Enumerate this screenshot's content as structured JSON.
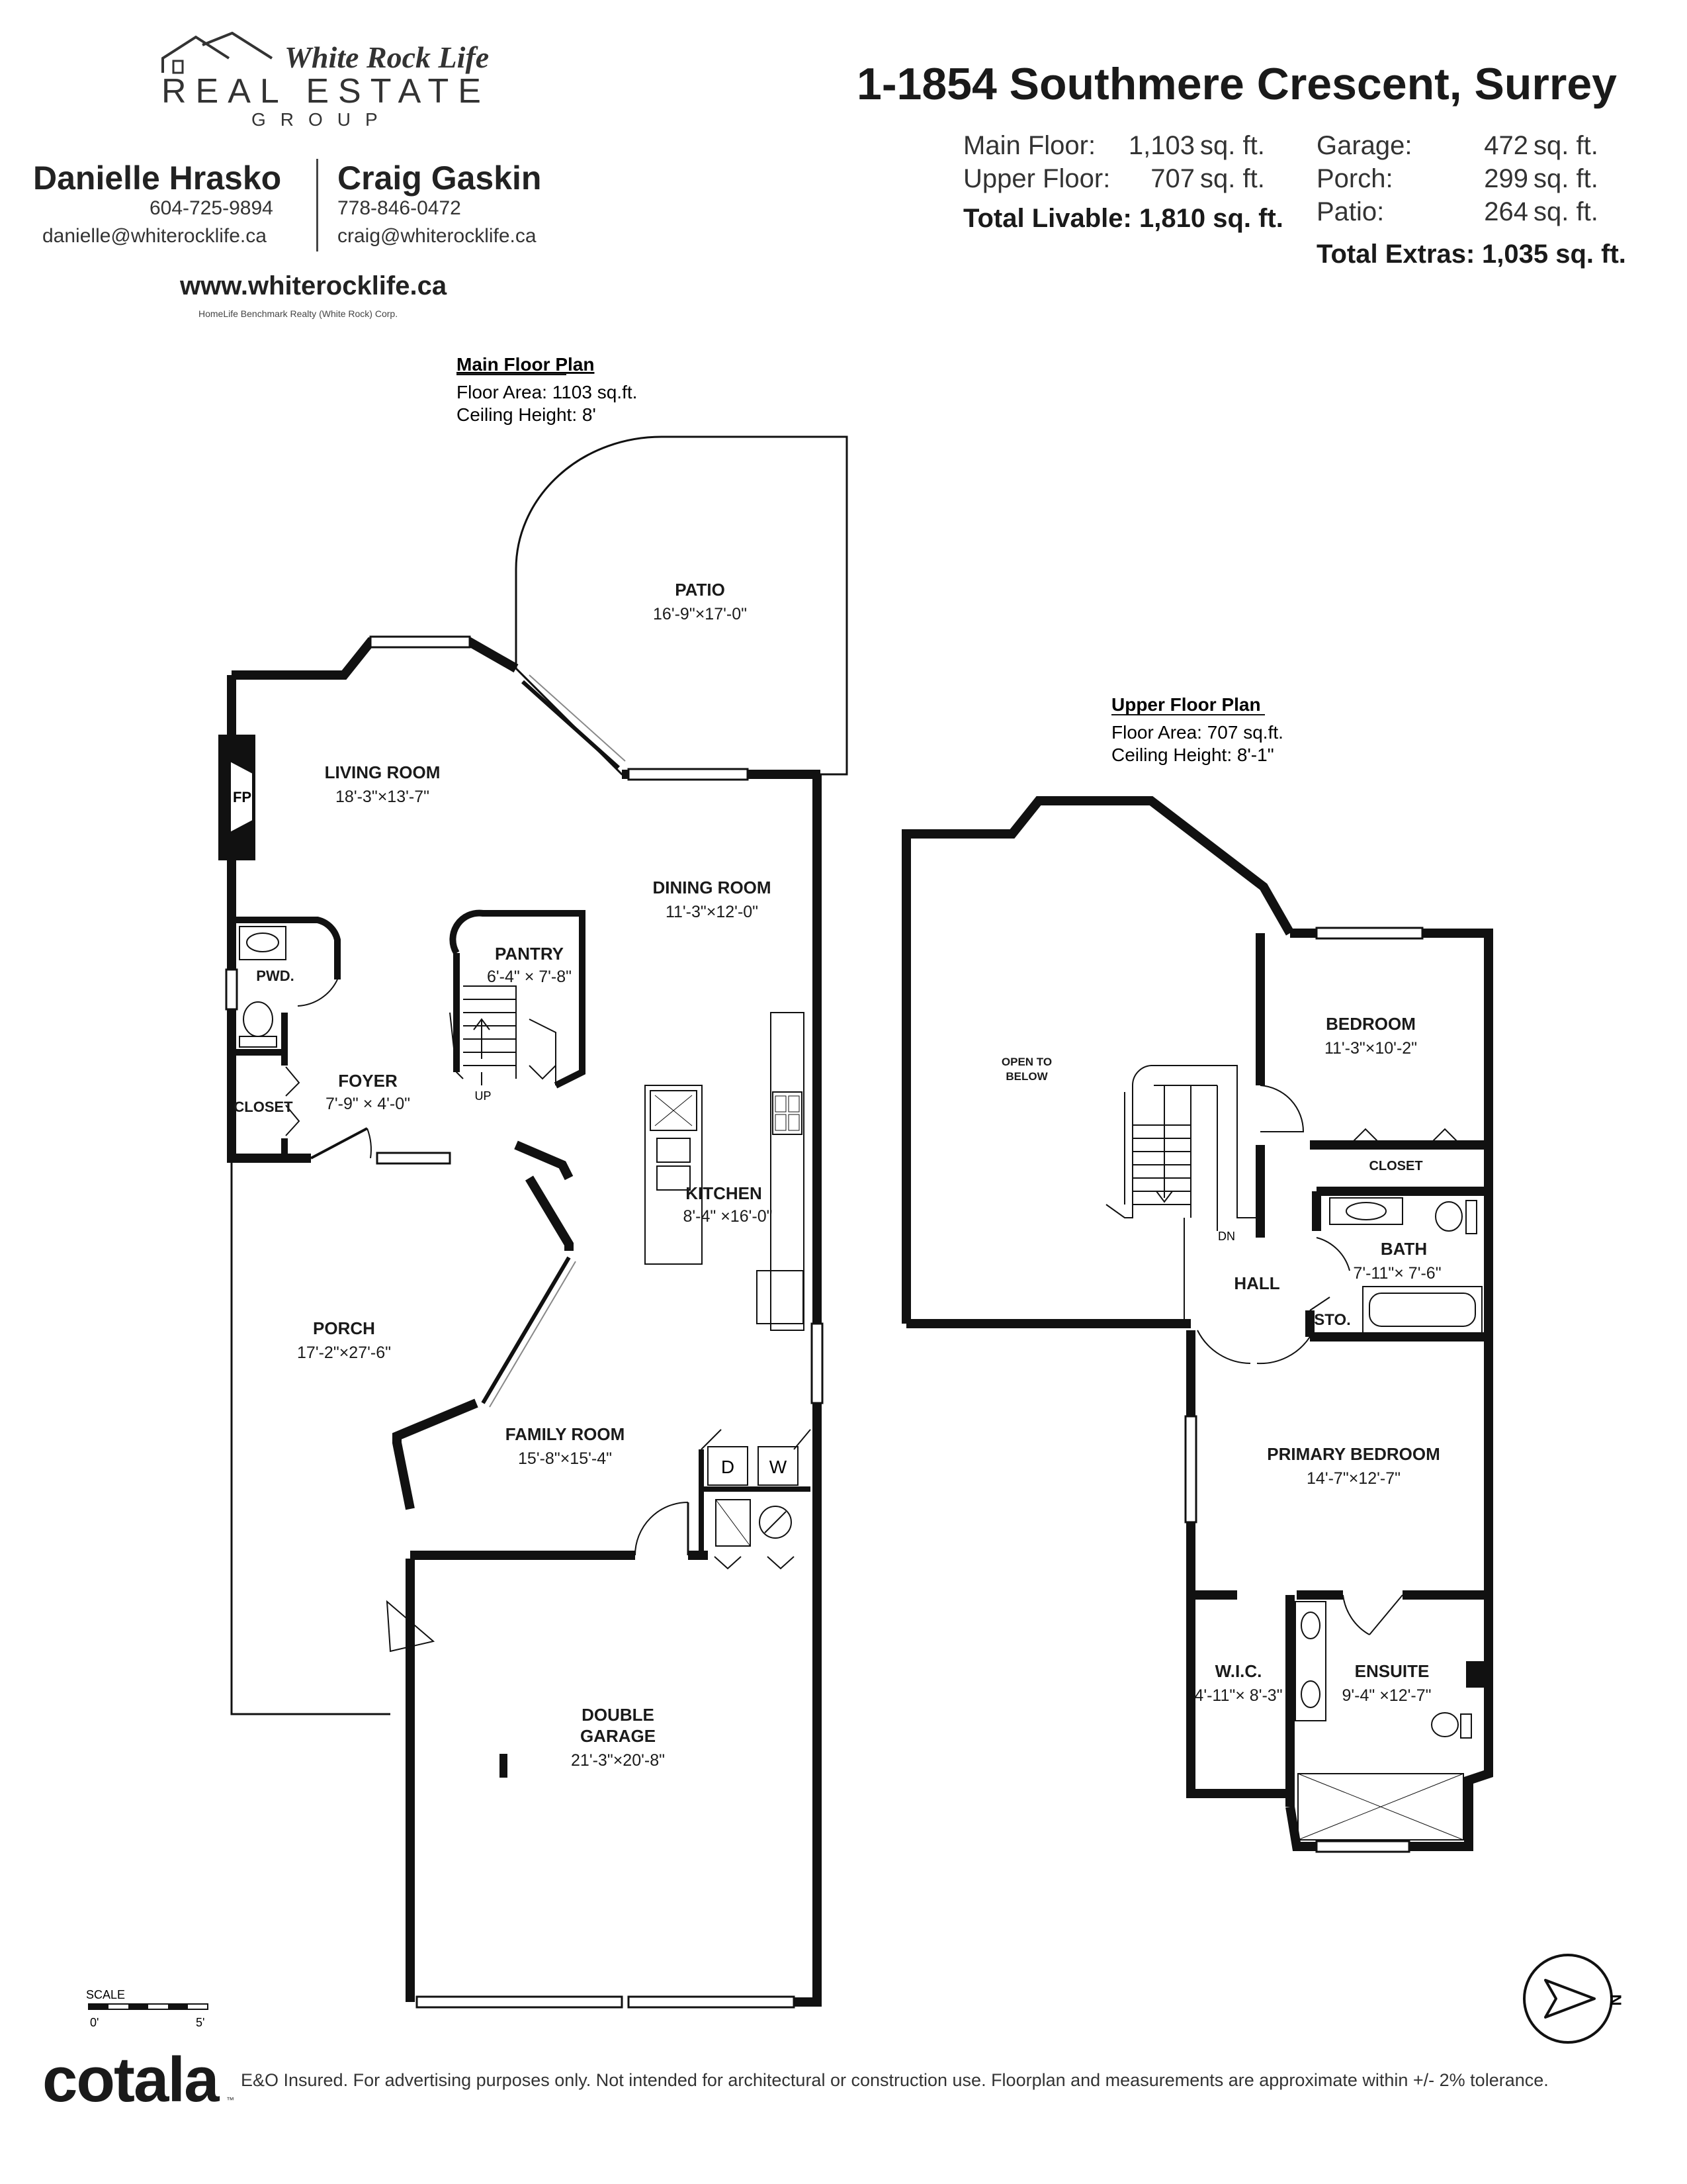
{
  "brand": {
    "script": "White Rock Life",
    "name": "REAL ESTATE",
    "group": "GROUP",
    "website": "www.whiterocklife.ca",
    "brokerage": "HomeLife Benchmark Realty (White Rock) Corp."
  },
  "agents": [
    {
      "name": "Danielle Hrasko",
      "phone": "604-725-9894",
      "email": "danielle@whiterocklife.ca"
    },
    {
      "name": "Craig Gaskin",
      "phone": "778-846-0472",
      "email": "craig@whiterocklife.ca"
    }
  ],
  "property": {
    "address": "1-1854 Southmere Crescent, Surrey",
    "areas": [
      {
        "label": "Main Floor:",
        "value": "1,103",
        "unit": "sq. ft."
      },
      {
        "label": "Upper Floor:",
        "value": "707",
        "unit": "sq. ft."
      }
    ],
    "total_livable": {
      "label": "Total Livable:",
      "value": "1,810 sq. ft."
    },
    "extras": [
      {
        "label": "Garage:",
        "value": "472",
        "unit": "sq. ft."
      },
      {
        "label": "Porch:",
        "value": "299",
        "unit": "sq. ft."
      },
      {
        "label": "Patio:",
        "value": "264",
        "unit": "sq. ft."
      }
    ],
    "total_extras": {
      "label": "Total Extras:",
      "value": "1,035 sq. ft."
    }
  },
  "main_floor": {
    "title": "Main Floor Plan",
    "area": "Floor Area: 1103 sq.ft.",
    "ceiling": "Ceiling Height: 8'",
    "rooms": [
      {
        "name": "PATIO",
        "dims": "16'-9\"×17'-0\""
      },
      {
        "name": "LIVING ROOM",
        "dims": "18'-3\"×13'-7\""
      },
      {
        "name": "DINING ROOM",
        "dims": "11'-3\"×12'-0\""
      },
      {
        "name": "PANTRY",
        "dims": "6'-4\" × 7'-8\""
      },
      {
        "name": "PWD.",
        "dims": ""
      },
      {
        "name": "FOYER",
        "dims": "7'-9\" × 4'-0\""
      },
      {
        "name": "CLOSET",
        "dims": ""
      },
      {
        "name": "KITCHEN",
        "dims": "8'-4\" ×16'-0\""
      },
      {
        "name": "PORCH",
        "dims": "17'-2\"×27'-6\""
      },
      {
        "name": "FAMILY ROOM",
        "dims": "15'-8\"×15'-4\""
      },
      {
        "name": "DOUBLE GARAGE",
        "dims": "21'-3\"×20'-8\""
      }
    ],
    "fixtures": {
      "fireplace": "FP",
      "stairs": "UP",
      "dryer": "D",
      "washer": "W"
    }
  },
  "upper_floor": {
    "title": "Upper Floor Plan",
    "area": "Floor Area: 707 sq.ft.",
    "ceiling": "Ceiling Height: 8'-1\"",
    "rooms": [
      {
        "name": "OPEN TO BELOW",
        "dims": ""
      },
      {
        "name": "BEDROOM",
        "dims": "11'-3\"×10'-2\""
      },
      {
        "name": "CLOSET",
        "dims": ""
      },
      {
        "name": "BATH",
        "dims": "7'-11\"× 7'-6\""
      },
      {
        "name": "HALL",
        "dims": ""
      },
      {
        "name": "STO.",
        "dims": ""
      },
      {
        "name": "PRIMARY BEDROOM",
        "dims": "14'-7\"×12'-7\""
      },
      {
        "name": "W.I.C.",
        "dims": "4'-11\"× 8'-3\""
      },
      {
        "name": "ENSUITE",
        "dims": "9'-4\" ×12'-7\""
      }
    ],
    "fixtures": {
      "stairs": "DN"
    }
  },
  "scale": {
    "label": "SCALE",
    "start": "0'",
    "end": "5'"
  },
  "compass": {
    "north": "N"
  },
  "footer": {
    "logo": "cotala",
    "tm": "™",
    "disclaimer": "E&O Insured. For advertising purposes only. Not intended for architectural or construction use. Floorplan and measurements are approximate within +/- 2% tolerance."
  },
  "colors": {
    "wall": "#111111",
    "text": "#1a1a1a",
    "window": "#888888"
  }
}
